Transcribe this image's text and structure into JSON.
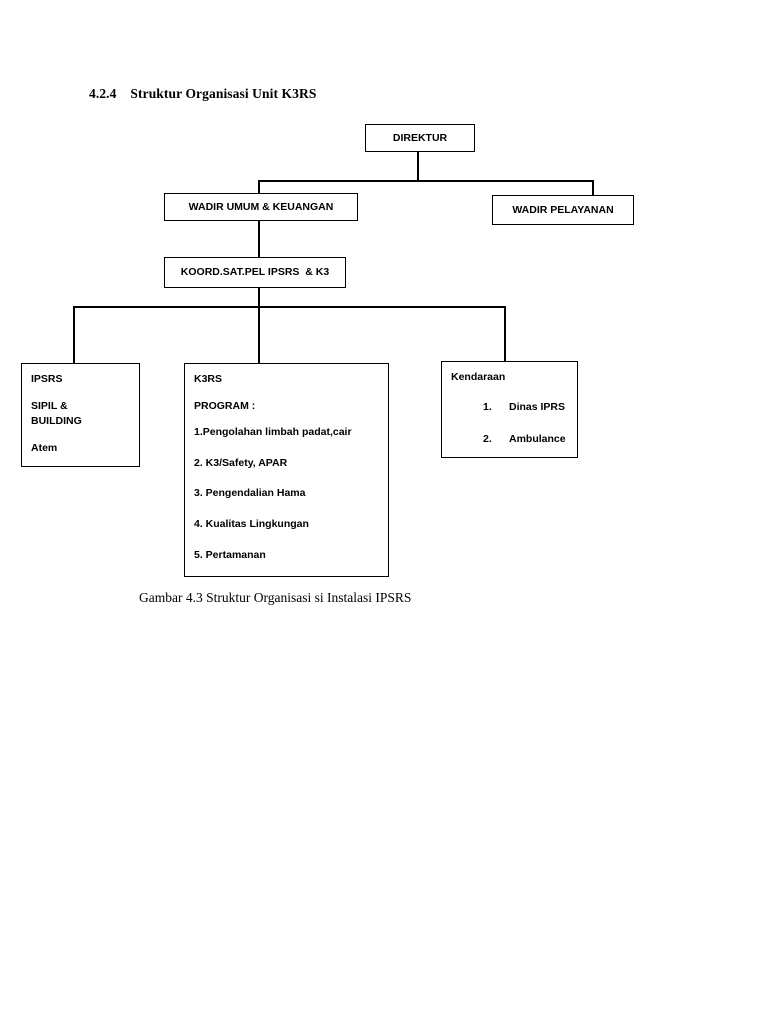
{
  "document": {
    "heading": "4.2.4    Struktur Organisasi Unit K3RS",
    "caption": "Gambar 4.3 Struktur Organisasi si Instalasi IPSRS"
  },
  "chart_data": {
    "type": "diagram",
    "title": "Struktur Organisasi Unit K3RS",
    "diagram_kind": "organizational-chart",
    "nodes": [
      {
        "id": "direktur",
        "label": "DIREKTUR",
        "level": 0
      },
      {
        "id": "wadir-umum",
        "label": "WADIR UMUM & KEUANGAN",
        "level": 1
      },
      {
        "id": "wadir-pelayanan",
        "label": "WADIR PELAYANAN",
        "level": 1
      },
      {
        "id": "koord",
        "label": "KOORD.SAT.PEL IPSRS  & K3",
        "level": 2
      },
      {
        "id": "ipsrs",
        "level": 3,
        "title": "IPSRS",
        "lines": [
          "SIPIL &",
          "BUILDING",
          "Atem"
        ]
      },
      {
        "id": "k3rs",
        "level": 3,
        "title": "K3RS",
        "subtitle": "PROGRAM :",
        "programs": [
          "1.Pengolahan limbah padat,cair",
          "2. K3/Safety, APAR",
          "3. Pengendalian Hama",
          "4. Kualitas Lingkungan",
          "5. Pertamanan"
        ]
      },
      {
        "id": "kendaraan",
        "level": 3,
        "title": "Kendaraan",
        "items": [
          {
            "num": "1.",
            "label": "Dinas IPRS"
          },
          {
            "num": "2.",
            "label": "Ambulance"
          }
        ]
      }
    ],
    "edges": [
      {
        "from": "direktur",
        "to": "wadir-umum"
      },
      {
        "from": "direktur",
        "to": "wadir-pelayanan"
      },
      {
        "from": "wadir-umum",
        "to": "koord"
      },
      {
        "from": "koord",
        "to": "ipsrs"
      },
      {
        "from": "koord",
        "to": "k3rs"
      },
      {
        "from": "koord",
        "to": "kendaraan"
      }
    ],
    "colors": {
      "line": "#000000",
      "box_border": "#000000",
      "box_fill": "#ffffff",
      "text": "#000000"
    }
  }
}
